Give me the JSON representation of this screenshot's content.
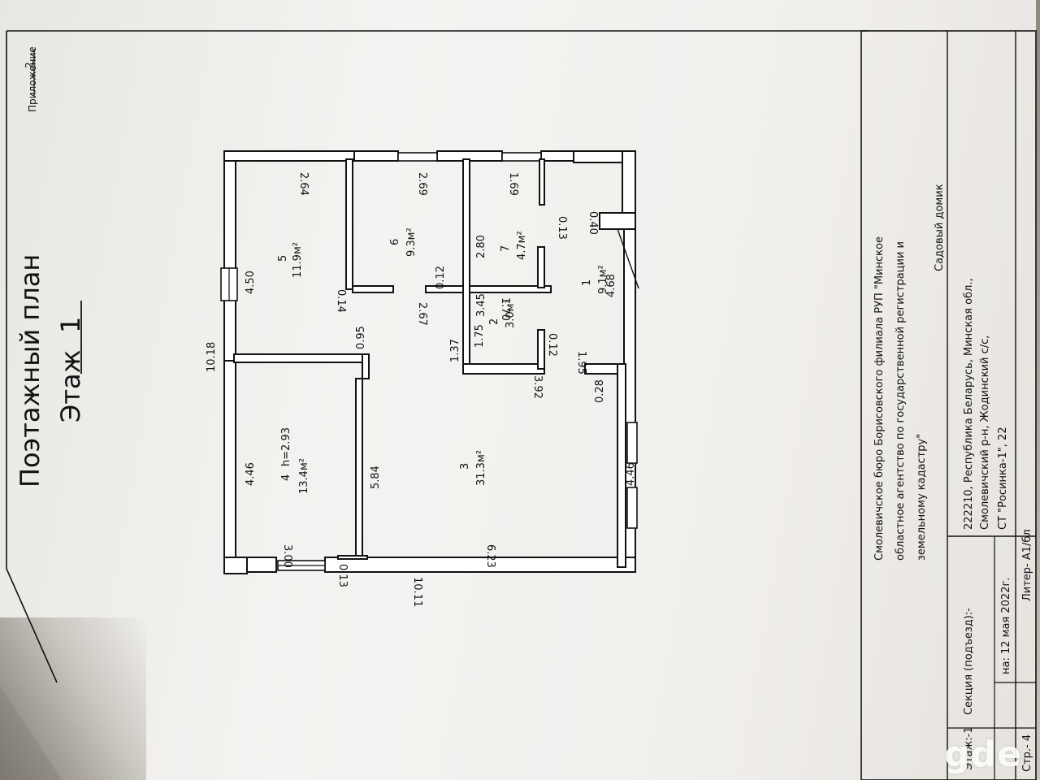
{
  "header": {
    "appendix_label": "Приложение",
    "appendix_number": "2",
    "title": "Поэтажный план",
    "floor_label": "Этаж",
    "floor_number": "1"
  },
  "plan": {
    "dims": {
      "total_width_top": "10.18",
      "total_width_bottom": "10.11",
      "d_2_64": "2.64",
      "d_2_69": "2.69",
      "d_1_69": "1.69",
      "d_0_13a": "0.13",
      "d_0_40": "0.40",
      "d_4_50": "4.50",
      "d_2_80": "2.80",
      "d_3_45": "3.45",
      "d_0_14": "0.14",
      "d_0_12a": "0.12",
      "d_1_70": "1.70",
      "d_4_68": "4.68",
      "d_0_95": "0.95",
      "d_2_67": "2.67",
      "d_1_75": "1.75",
      "d_1_37": "1.37",
      "d_0_12b": "0.12",
      "d_1_95": "1.95",
      "d_3_92": "3.92",
      "d_0_28": "0.28",
      "d_0_13b": "0.13",
      "d_4_46a": "4.46",
      "d_5_84": "5.84",
      "d_4_46b": "4.46",
      "d_3_00": "3.00",
      "d_6_23": "6.23"
    },
    "rooms": [
      {
        "num": "5",
        "area": "11.9м²"
      },
      {
        "num": "6",
        "area": "9.3м²"
      },
      {
        "num": "7",
        "area": "4.7м²"
      },
      {
        "num": "1",
        "area": "9.1м²"
      },
      {
        "num": "2",
        "area": "3.0м²"
      },
      {
        "num": "4",
        "height": "h=2.93",
        "area": "13.4м²"
      },
      {
        "num": "3",
        "area": "31.3м²"
      }
    ]
  },
  "title_block": {
    "org_line1": "Смолевичское бюро Борисовского филиала РУП \"Минское",
    "org_line2": "областное агентство по государственной регистрации и",
    "org_line3": "земельному кадастру\"",
    "object": "Садовый домик",
    "addr_line1": "222210, Республика Беларусь, Минская обл.,",
    "addr_line2": "Смолевичский р-н, Жодинский с/с,",
    "addr_line3": "СТ \"Росинка-1\", 22",
    "section": "Секция (подъезд):-",
    "floor": "Этаж:-1",
    "date_prefix": "на: 12 мая 2022г.",
    "liter": "Литер- А1/бл",
    "page": "Стр.- 4"
  },
  "watermark": "gde"
}
